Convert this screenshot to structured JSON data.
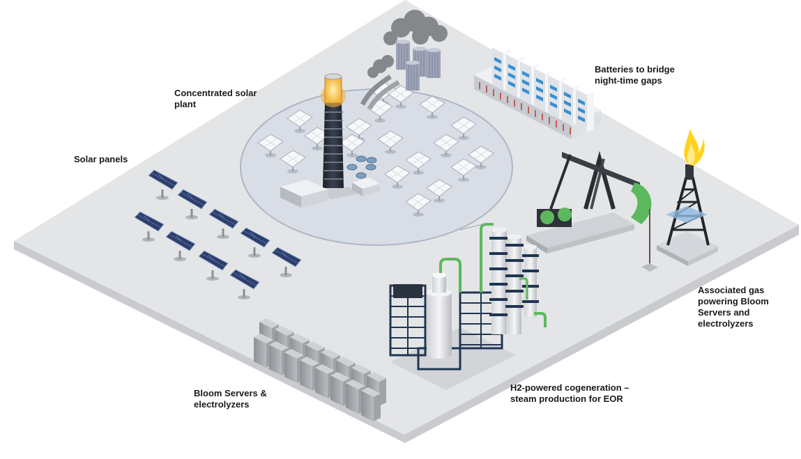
{
  "labels": {
    "csp": "Concentrated solar\nplant",
    "solar_panels": "Solar panels",
    "batteries": "Batteries to bridge\nnight-time gaps",
    "associated_gas": "Associated gas\npowering Bloom\nServers and\nelectrolyzers",
    "bloom": "Bloom Servers &\nelectrolyzers",
    "cogeneration": "H2-powered cogeneration –\nsteam production for EOR"
  },
  "colors": {
    "platform_top": "#e4e5e7",
    "platform_side": "#c9cbce",
    "solar_panel": "#2c3e6b",
    "accent_green": "#5cb85c",
    "structure_navy": "#1f3550",
    "flame": "#ffd21f",
    "battery_accent": "#3a8fd0"
  }
}
